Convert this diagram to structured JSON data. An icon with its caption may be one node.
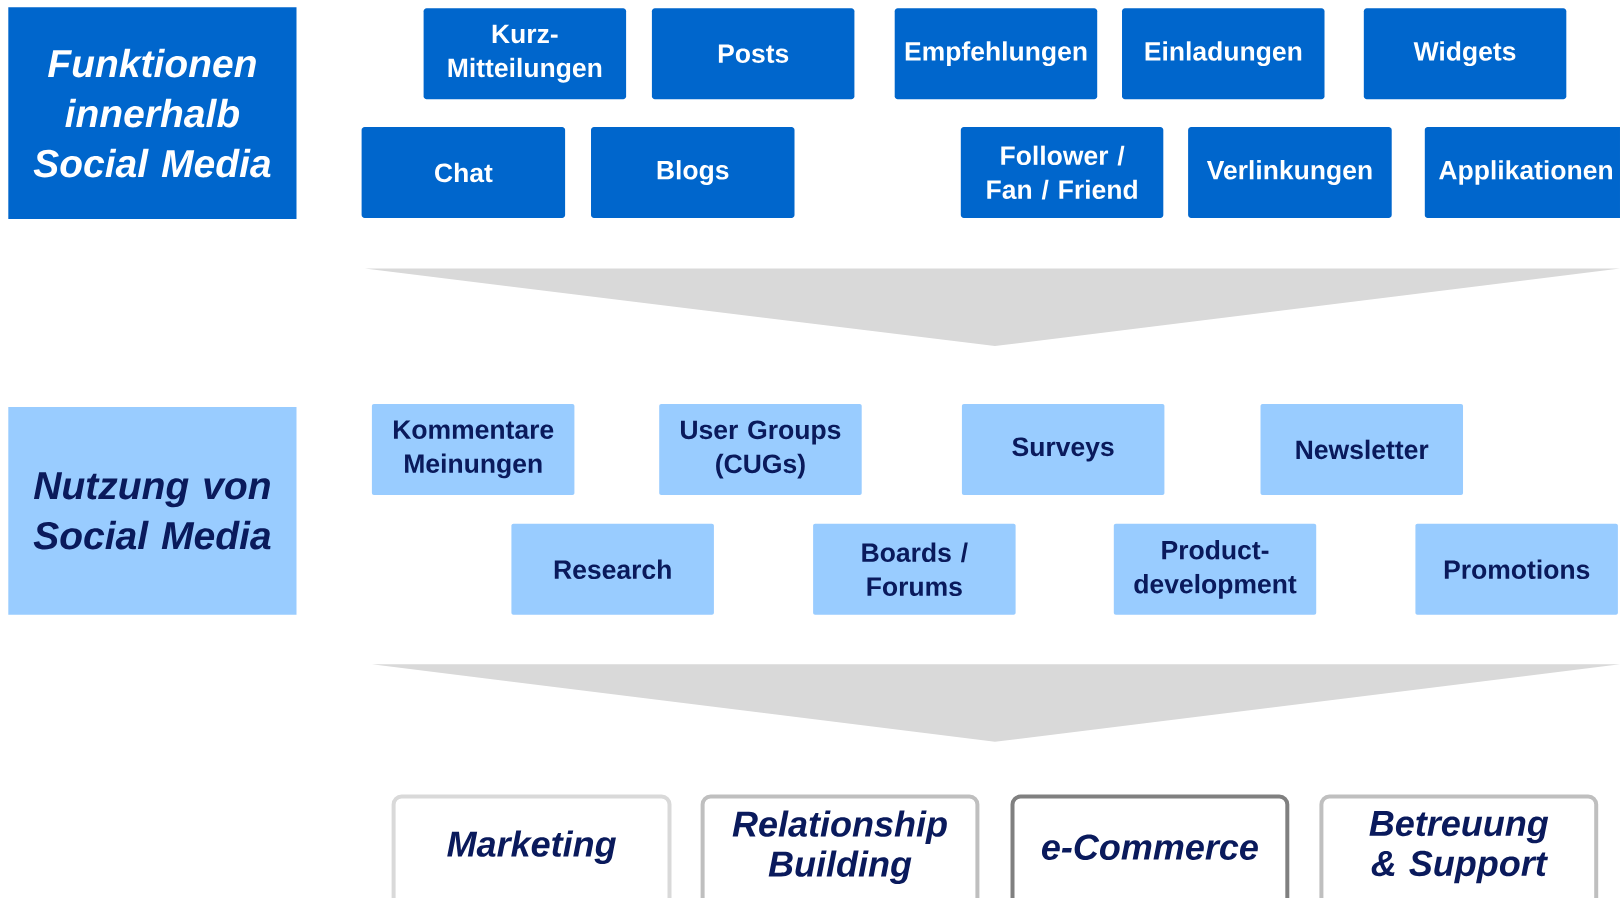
{
  "diagram": {
    "nodes": [
      {
        "text": [
          "Funktionen innerhalb Social Media"
        ]
      },
      {
        "text": [
          "Kurz-Mitteilungen"
        ]
      },
      {
        "text": [
          "Posts"
        ]
      },
      {
        "text": [
          "Empfehlungen"
        ]
      },
      {
        "text": [
          "Einladungen"
        ]
      },
      {
        "text": [
          "Widgets"
        ]
      },
      {
        "text": [
          "Chat"
        ]
      },
      {
        "text": [
          "Blogs"
        ]
      },
      {
        "text": [
          "Follower / Fan / Friend"
        ]
      },
      {
        "text": [
          "Verlinkungen"
        ]
      },
      {
        "text": [
          "Applikationen"
        ]
      },
      {
        "text": [
          "Nutzung von Social Media"
        ]
      },
      {
        "text": [
          "Kommentare Meinungen"
        ]
      },
      {
        "text": [
          "User Groups (CUGs)"
        ]
      },
      {
        "text": [
          "Surveys"
        ]
      },
      {
        "text": [
          "Newsletter"
        ]
      },
      {
        "text": [
          "Research"
        ]
      },
      {
        "text": [
          "Boards / Forums"
        ]
      },
      {
        "text": [
          "Product-development"
        ]
      },
      {
        "text": [
          "Promotions"
        ]
      },
      {
        "text": [
          "Marketing"
        ]
      },
      {
        "text": [
          "Relationship Building"
        ]
      },
      {
        "text": [
          "e-Commerce"
        ]
      },
      {
        "text": [
          "Betreuung & Support"
        ]
      }
    ]
  }
}
